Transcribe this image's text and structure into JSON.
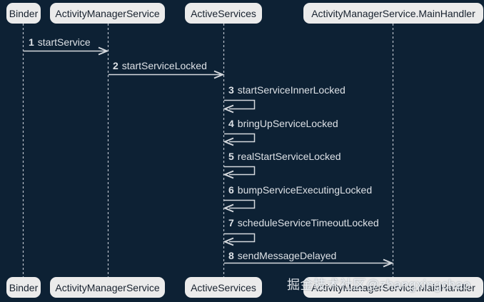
{
  "diagram": {
    "type": "uml-sequence",
    "topic": "Android startService flow"
  },
  "participants": [
    {
      "name": "Binder"
    },
    {
      "name": "ActivityManagerService"
    },
    {
      "name": "ActiveServices"
    },
    {
      "name": "ActivityManagerService.MainHandler"
    }
  ],
  "messages": [
    {
      "num": "1",
      "label": "startService",
      "from": "Binder",
      "to": "ActivityManagerService",
      "kind": "call"
    },
    {
      "num": "2",
      "label": "startServiceLocked",
      "from": "ActivityManagerService",
      "to": "ActiveServices",
      "kind": "call"
    },
    {
      "num": "3",
      "label": "startServiceInnerLocked",
      "from": "ActiveServices",
      "to": "ActiveServices",
      "kind": "self"
    },
    {
      "num": "4",
      "label": "bringUpServiceLocked",
      "from": "ActiveServices",
      "to": "ActiveServices",
      "kind": "self"
    },
    {
      "num": "5",
      "label": "realStartServiceLocked",
      "from": "ActiveServices",
      "to": "ActiveServices",
      "kind": "self"
    },
    {
      "num": "6",
      "label": "bumpServiceExecutingLocked",
      "from": "ActiveServices",
      "to": "ActiveServices",
      "kind": "self"
    },
    {
      "num": "7",
      "label": "scheduleServiceTimeoutLocked",
      "from": "ActiveServices",
      "to": "ActiveServices",
      "kind": "self"
    },
    {
      "num": "8",
      "label": "sendMessageDelayed",
      "from": "ActiveServices",
      "to": "ActivityManagerService.MainHandler",
      "kind": "call"
    }
  ],
  "watermark": "掘金技术社区@zhangxingchao",
  "colors": {
    "background": "#0d2134",
    "participant_fill": "#ebebeb",
    "participant_text": "#17212e",
    "line": "#d5d9de",
    "message_text": "#dde1e6",
    "watermark_text": "#f0f3f6"
  }
}
